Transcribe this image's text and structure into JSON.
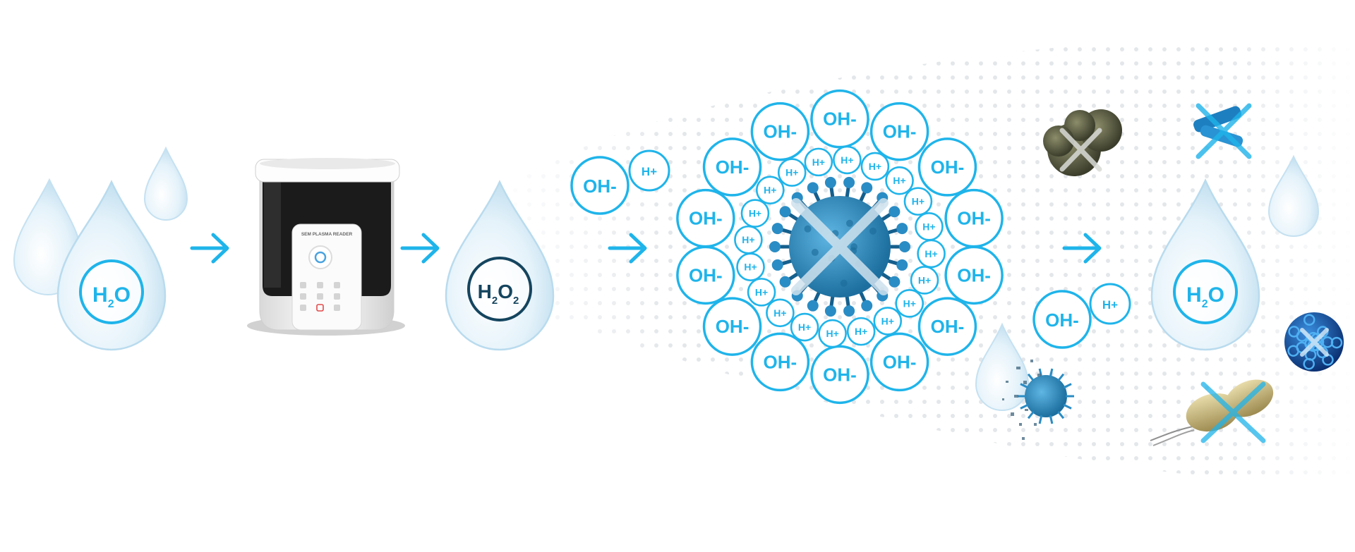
{
  "colors": {
    "accent": "#1fb4ea",
    "dark_label": "#15455f",
    "drop_fill": "#e6f4fb",
    "drop_edge": "#b9dbee",
    "dots": "#e3e6ea",
    "virus": "#2a8cc4",
    "virus_dark": "#155f8d",
    "device_body": "#f2f2f2",
    "device_window": "#1b1b1b"
  },
  "steps": [
    {
      "name": "water",
      "formula": "H",
      "sub": "2",
      "tail": "O"
    },
    {
      "name": "plasma-device",
      "brand": "SEM PLASMA READER"
    },
    {
      "name": "hydrogen-peroxide",
      "formula": "H",
      "sub": "2",
      "mid": "O",
      "sub2": "2"
    },
    {
      "name": "ions",
      "hydroxide": "OH-",
      "hydrogen": "H+"
    },
    {
      "name": "water-result",
      "formula": "H",
      "sub": "2",
      "tail": "O"
    }
  ],
  "ions": {
    "hydroxide": "OH-",
    "hydrogen": "H+"
  },
  "icons": [
    "arrow-right-icon",
    "water-drop-icon",
    "virus-icon",
    "mold-spore-icon",
    "bacteria-icon",
    "pollen-icon",
    "rod-bacteria-icon",
    "cross-icon"
  ]
}
